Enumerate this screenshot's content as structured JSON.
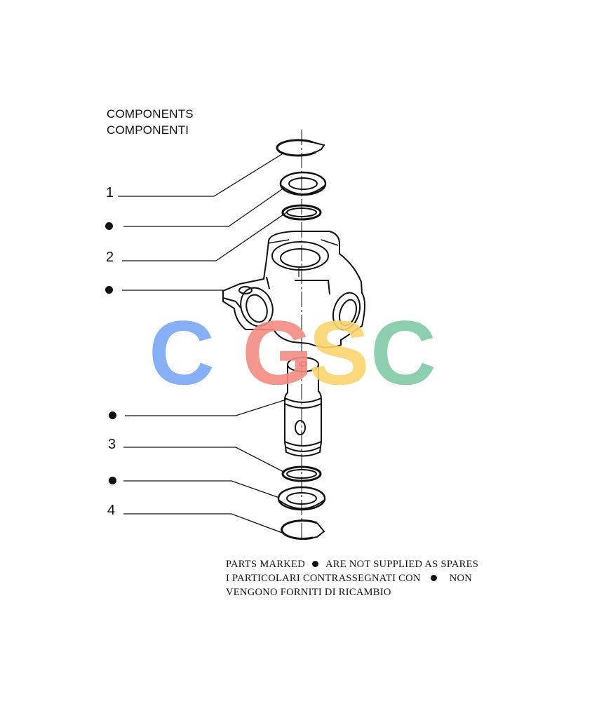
{
  "header": {
    "title_en": "COMPONENTS",
    "title_it": "COMPONENTI"
  },
  "callouts": [
    {
      "label": "1",
      "marker": "number"
    },
    {
      "label": "",
      "marker": "dot"
    },
    {
      "label": "2",
      "marker": "number"
    },
    {
      "label": "",
      "marker": "dot"
    },
    {
      "label": "",
      "marker": "dot"
    },
    {
      "label": "3",
      "marker": "number"
    },
    {
      "label": "",
      "marker": "dot"
    },
    {
      "label": "4",
      "marker": "number"
    }
  ],
  "note": {
    "line1_a": "PARTS MARKED",
    "line1_b": "ARE NOT SUPPLIED AS SPARES",
    "line2_a": "I PARTICOLARI CONTRASSEGNATI CON",
    "line2_b": "NON",
    "line3": "VENGONO FORNITI DI RICAMBIO"
  },
  "watermark": {
    "letters": [
      "C",
      "G",
      "S",
      "C"
    ],
    "colors": [
      "#7aa7f5",
      "#f28b82",
      "#fbd46d",
      "#81c9a6"
    ]
  }
}
